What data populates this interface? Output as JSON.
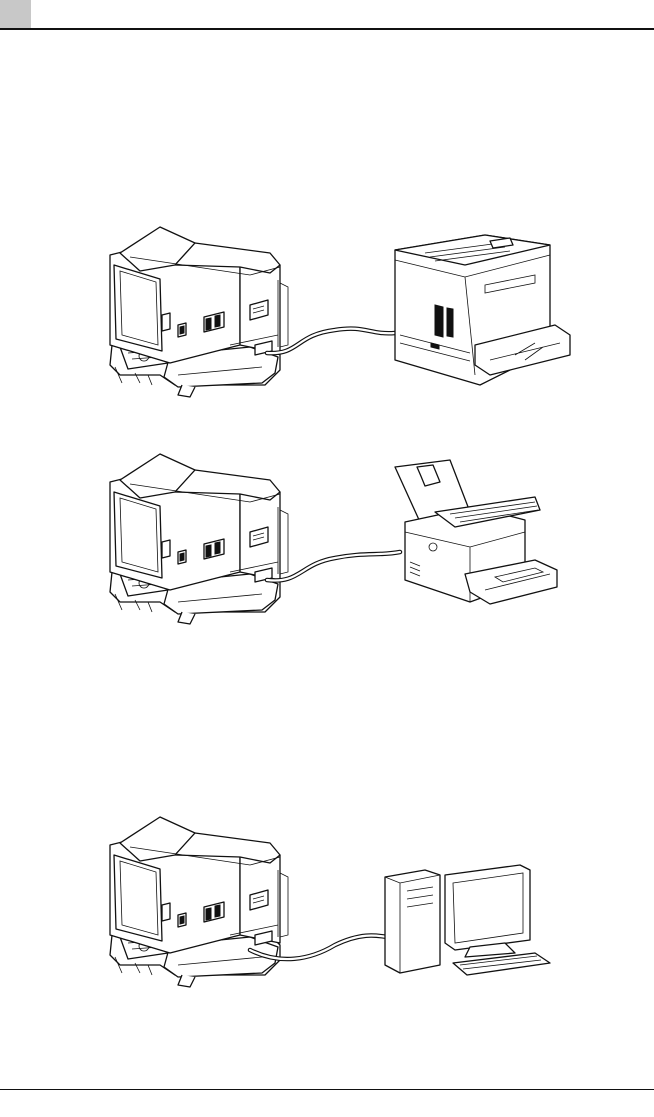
{
  "page": {
    "header": {
      "tab_color": "#c8c8c8",
      "rule_color": "#111111"
    },
    "figures": [
      {
        "id": "reader-to-laser-printer",
        "left_device": "microfilm-reader-printer",
        "right_device": "laser-printer"
      },
      {
        "id": "reader-to-desktop-printer",
        "left_device": "microfilm-reader-printer",
        "right_device": "desktop-printer"
      },
      {
        "id": "reader-to-computer",
        "left_device": "microfilm-reader-printer",
        "right_device": "desktop-computer"
      }
    ]
  }
}
